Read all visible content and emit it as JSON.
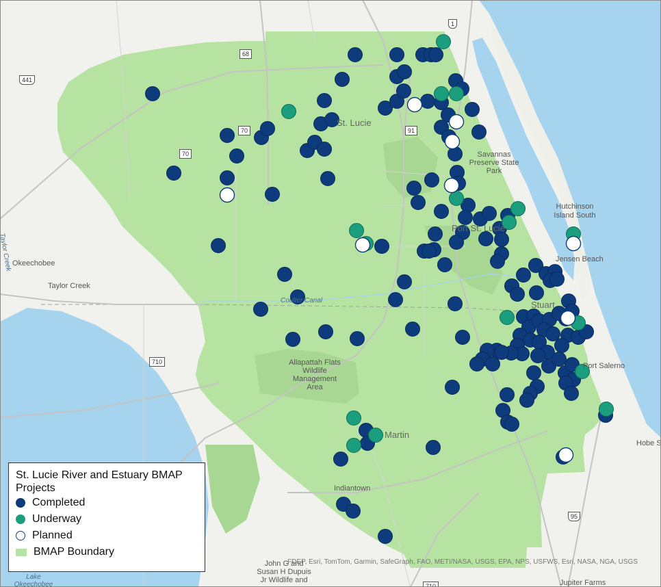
{
  "legend": {
    "title": "St. Lucie River and Estuary BMAP Projects",
    "items": [
      {
        "label": "Completed",
        "kind": "completed"
      },
      {
        "label": "Underway",
        "kind": "underway"
      },
      {
        "label": "Planned",
        "kind": "planned"
      },
      {
        "label": "BMAP Boundary",
        "kind": "boundary"
      }
    ]
  },
  "colors": {
    "completed": "#0d3b7c",
    "underway": "#1a9e7e",
    "planned": "#ffffff",
    "boundary": "#b6e3a1",
    "water": "#a6d4ee",
    "land": "#f1f1ee"
  },
  "attribution": "FDEP, Esri, TomTom, Garmin, SafeGraph, FAO, METI/NASA, USGS, EPA, NPS, USFWS, Esri, NASA, NGA, USGS",
  "labels": [
    {
      "text": "St. Lucie",
      "style": "big"
    },
    {
      "text": "Savannas\nPreserve State\nPark",
      "style": "center"
    },
    {
      "text": "Port St. Lucie",
      "style": "big"
    },
    {
      "text": "Hutchinson\nIsland South",
      "style": "center"
    },
    {
      "text": "Jensen Beach",
      "style": ""
    },
    {
      "text": "Stuart",
      "style": "big"
    },
    {
      "text": "Port Salerno",
      "style": ""
    },
    {
      "text": "Hobe S",
      "style": ""
    },
    {
      "text": "Okeechobee",
      "style": ""
    },
    {
      "text": "Taylor Creek",
      "style": ""
    },
    {
      "text": "Taylor Creek",
      "style": "water"
    },
    {
      "text": "Coulter Canal",
      "style": "water"
    },
    {
      "text": "Allapattah Flats\nWildlife\nManagement\nArea",
      "style": "center"
    },
    {
      "text": "Martin",
      "style": "big"
    },
    {
      "text": "Indiantown",
      "style": ""
    },
    {
      "text": "John G and\nSusan H Dupuis\nJr Wildlife and",
      "style": "center"
    },
    {
      "text": "Jupiter Farms",
      "style": ""
    },
    {
      "text": "Lake\nOkeechobee",
      "style": "water"
    }
  ],
  "shields": [
    "1",
    "68",
    "441",
    "70",
    "70",
    "91",
    "710",
    "95",
    "710"
  ]
}
